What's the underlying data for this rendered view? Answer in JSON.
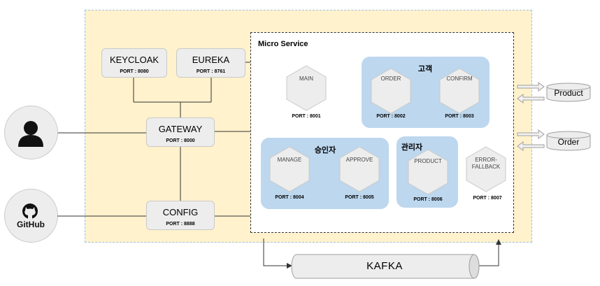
{
  "micro_service": {
    "title": "Micro Service"
  },
  "infra": {
    "keycloak": {
      "name": "KEYCLOAK",
      "port": "PORT : 8080"
    },
    "eureka": {
      "name": "EUREKA",
      "port": "PORT : 8761"
    },
    "gateway": {
      "name": "GATEWAY",
      "port": "PORT : 8000"
    },
    "config": {
      "name": "CONFIG",
      "port": "PORT : 8888"
    }
  },
  "actors": {
    "user": {
      "icon": "user-icon"
    },
    "github": {
      "label": "GitHub",
      "icon": "github-icon"
    }
  },
  "groups": {
    "customer": {
      "title": "고객"
    },
    "approver": {
      "title": "승인자"
    },
    "admin": {
      "title": "관리자"
    }
  },
  "services": {
    "main": {
      "name": "MAIN",
      "port": "PORT : 8001"
    },
    "order": {
      "name": "ORDER",
      "port": "PORT : 8002"
    },
    "confirm": {
      "name": "CONFIRM",
      "port": "PORT : 8003"
    },
    "manage": {
      "name": "MANAGE",
      "port": "PORT : 8004"
    },
    "approve": {
      "name": "APPROVE",
      "port": "PORT : 8005"
    },
    "product": {
      "name": "PRODUCT",
      "port": "PORT : 8006"
    },
    "error_fallback": {
      "name_line1": "ERROR-",
      "name_line2": "FALLBACK",
      "port": "PORT : 8007"
    }
  },
  "databases": {
    "product": {
      "label": "Product"
    },
    "order": {
      "label": "Order"
    }
  },
  "kafka": {
    "label": "KAFKA"
  },
  "colors": {
    "background": "#fff2cc",
    "group": "#bdd7ee",
    "node": "#ededed",
    "border_dashed": "#9dc3e6"
  }
}
